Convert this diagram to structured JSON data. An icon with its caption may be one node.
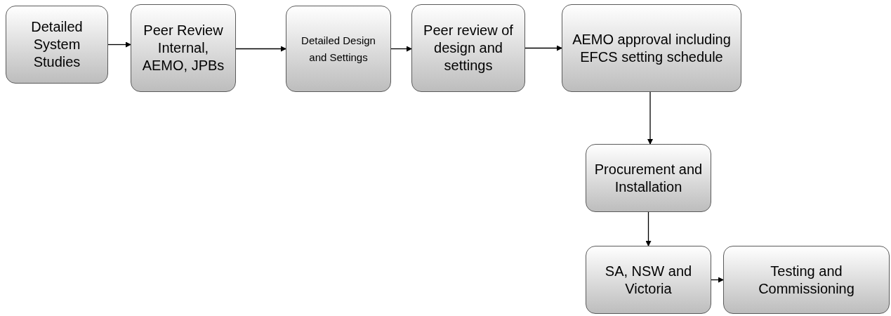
{
  "diagram": {
    "nodes": [
      {
        "text": [
          "Detailed System Studies"
        ]
      },
      {
        "text": [
          "Peer Review Internal, AEMO, JPBs"
        ]
      },
      {
        "text": [
          "Detailed Design and Settings"
        ]
      },
      {
        "text": [
          "Peer review of design and settings"
        ]
      },
      {
        "text": [
          "AEMO approval including EFCS setting schedule"
        ]
      },
      {
        "text": [
          "Procurement and Installation"
        ]
      },
      {
        "text": [
          "SA, NSW and Victoria"
        ]
      },
      {
        "text": [
          "Testing and Commissioning"
        ]
      }
    ],
    "edges": [
      {
        "from": 0,
        "to": 1,
        "arrow": "to"
      },
      {
        "from": 1,
        "to": 2,
        "arrow": "to"
      },
      {
        "from": 2,
        "to": 3,
        "arrow": "to"
      },
      {
        "from": 3,
        "to": 4,
        "arrow": "to"
      },
      {
        "from": 4,
        "to": 5,
        "arrow": "to"
      },
      {
        "from": 5,
        "to": 6,
        "arrow": "to"
      },
      {
        "from": 6,
        "to": 7,
        "arrow": "to"
      }
    ]
  }
}
